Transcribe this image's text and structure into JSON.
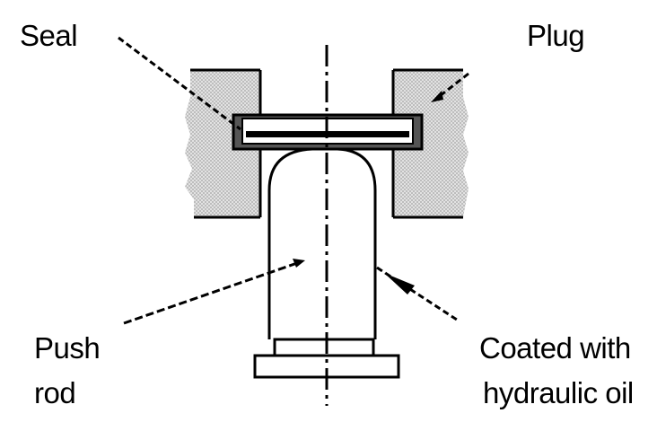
{
  "labels": {
    "seal": "Seal",
    "plug": "Plug",
    "push_line1": "Push",
    "push_line2": "rod",
    "coated_line1": "Coated with",
    "coated_line2": "hydraulic oil"
  },
  "colors": {
    "line": "#000000",
    "plug_fill": "#cfcfcf",
    "seal_fill": "#555555",
    "background": "#ffffff"
  }
}
